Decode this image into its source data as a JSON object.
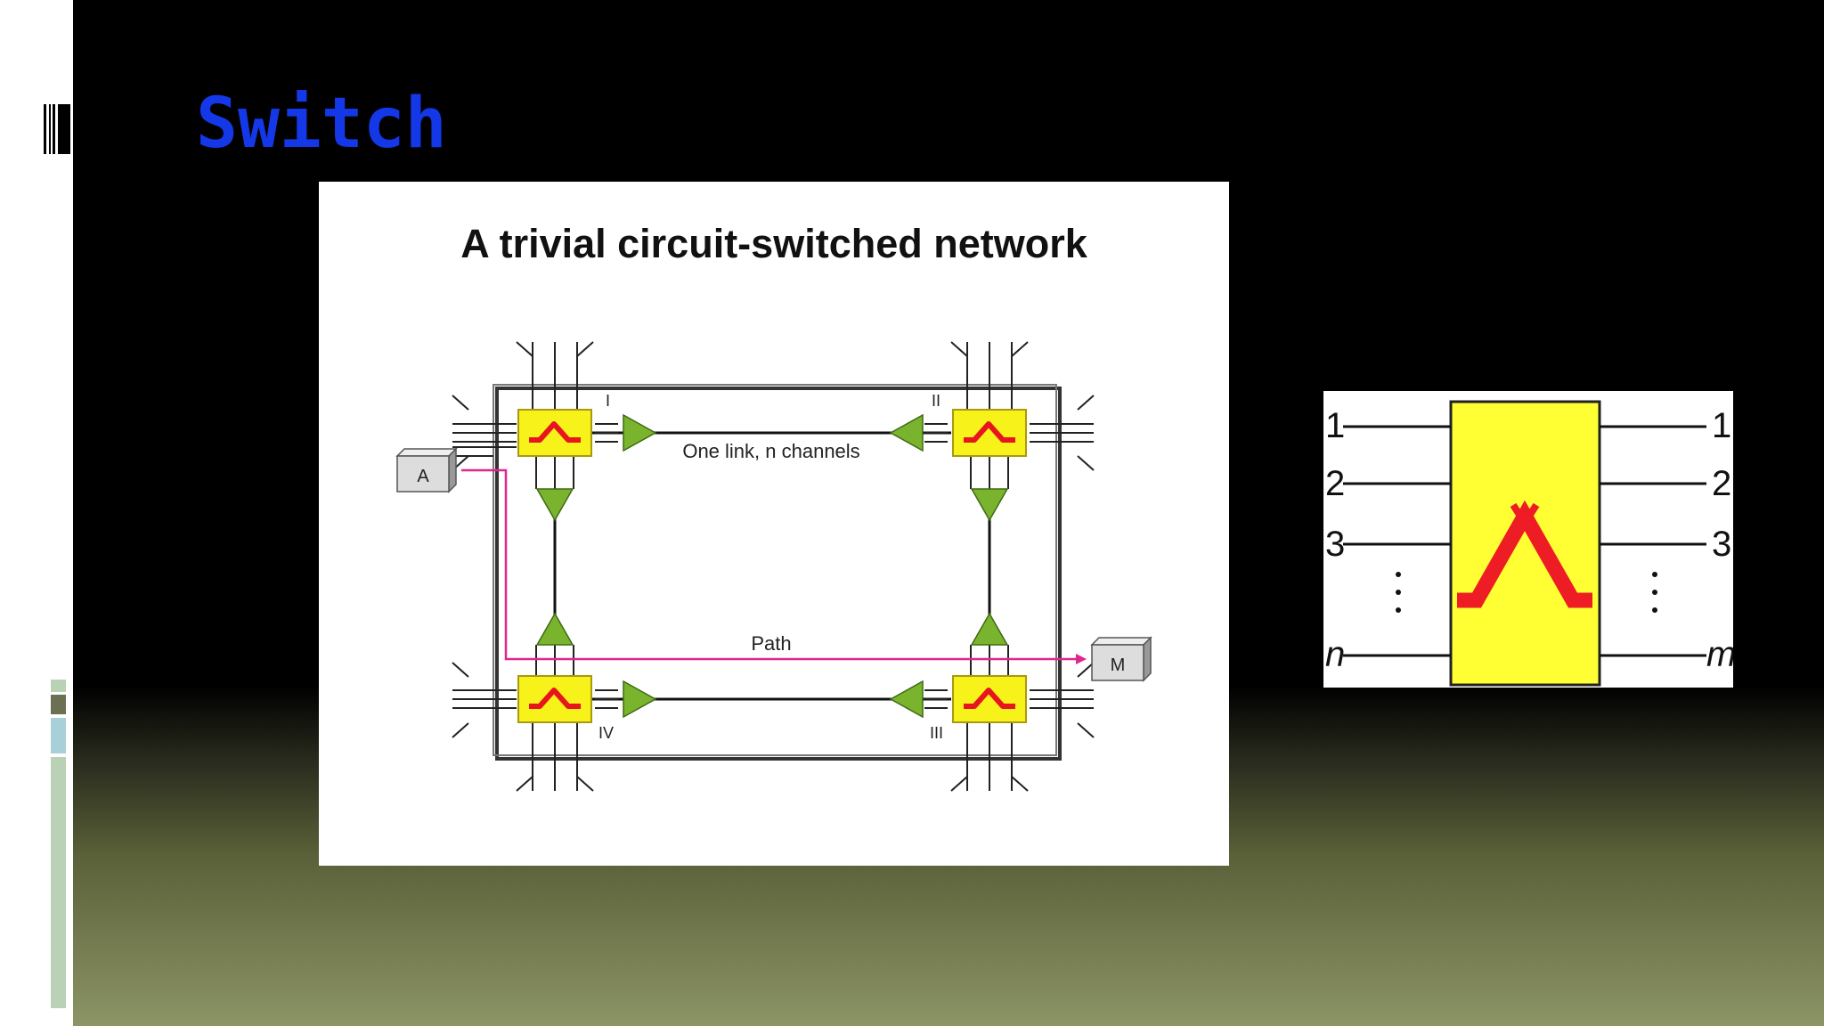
{
  "slide": {
    "title": "Switch"
  },
  "network_figure": {
    "title": "A trivial circuit-switched network",
    "switch_labels": [
      "I",
      "II",
      "III",
      "IV"
    ],
    "link_label": "One link, n channels",
    "path_label": "Path",
    "endpoint_a": "A",
    "endpoint_m": "M",
    "colors": {
      "switch_fill": "#f7f21a",
      "switch_symbol": "#e8141e",
      "arrow": "#7ab32e",
      "path": "#e0268f"
    }
  },
  "switch_figure": {
    "input_labels": [
      "1",
      "2",
      "3",
      "n"
    ],
    "output_labels": [
      "1",
      "2",
      "3",
      "m"
    ],
    "colors": {
      "box": "#ffff33",
      "symbol": "#ee1c24"
    }
  },
  "icons": {
    "bars": "vertical-bars-icon"
  }
}
